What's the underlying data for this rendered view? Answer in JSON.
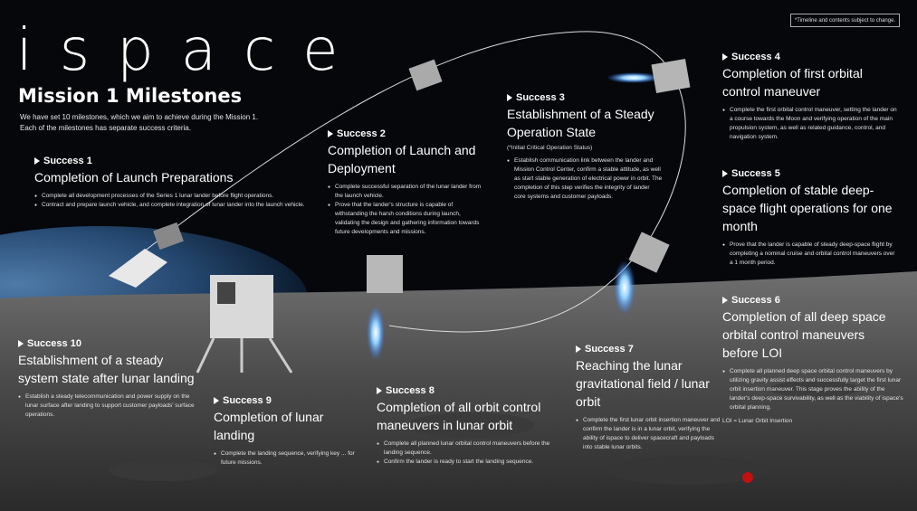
{
  "logo": "ispace",
  "note": "*Timeline and contents subject to change.",
  "main_title": "Mission 1 Milestones",
  "intro": "We have set 10 milestones, which we aim to achieve during the Mission 1. Each of the milestones has separate success criteria.",
  "milestones": [
    {
      "label": "Success 1",
      "title": "Completion of Launch Preparations",
      "bullets": [
        "Complete all development processes of the Series 1 lunar lander before flight operations.",
        "Contract and prepare launch vehicle, and complete integration of lunar lander into the launch vehicle."
      ]
    },
    {
      "label": "Success 2",
      "title": "Completion of Launch and Deployment",
      "bullets": [
        "Complete successful separation of the lunar lander from the launch vehicle.",
        "Prove that the lander's structure is capable of withstanding the harsh conditions during launch, validating the design and gathering information towards future developments and missions."
      ]
    },
    {
      "label": "Success 3",
      "title": "Establishment of a Steady Operation State",
      "sub": "(*Initial Critical Operation Status)",
      "bullets": [
        "Establish communication link between the lander and Mission Control Center, confirm a stable attitude, as well as start stable generation of electrical power in orbit. The completion of this step verifies the integrity of lander core systems and customer payloads."
      ]
    },
    {
      "label": "Success 4",
      "title": "Completion of first orbital control maneuver",
      "bullets": [
        "Complete the first orbital control maneuver, setting the lander on a course towards the Moon and verifying operation of the main propulsion system, as well as related guidance, control, and navigation system."
      ]
    },
    {
      "label": "Success 5",
      "title": "Completion of stable deep-space flight operations for one month",
      "bullets": [
        "Prove that the lander is capable of steady deep-space flight by completing a nominal cruise and orbital control maneuvers over a 1 month period."
      ]
    },
    {
      "label": "Success 6",
      "title": "Completion of all deep space orbital control maneuvers before LOI",
      "bullets": [
        "Complete all planned deep space orbital control maneuvers by utilizing gravity assist effects and successfully target the first lunar orbit insertion maneuver. This stage proves the ability of the lander's deep-space survivability, as well as the viability of ispace's orbital planning."
      ],
      "extra": "LOI = Lunar Orbit Insertion"
    },
    {
      "label": "Success 7",
      "title": "Reaching the lunar gravitational field / lunar orbit",
      "bullets": [
        "Complete the first lunar orbit insertion maneuver and confirm the lander is in a lunar orbit, verifying the ability of ispace to deliver spacecraft and payloads into stable lunar orbits."
      ]
    },
    {
      "label": "Success 8",
      "title": "Completion of all orbit control maneuvers in lunar orbit",
      "bullets": [
        "Complete all planned lunar orbital control maneuvers before the landing sequence.",
        "Confirm the lander is ready to start the landing sequence."
      ]
    },
    {
      "label": "Success 9",
      "title": "Completion of lunar landing",
      "bullets": [
        "Complete the landing sequence, verifying key ... for future missions."
      ]
    },
    {
      "label": "Success 10",
      "title": "Establishment of a steady system state after lunar landing",
      "bullets": [
        "Establish a steady telecommunication and power supply on the lunar surface after landing to support customer payloads' surface operations."
      ]
    }
  ]
}
